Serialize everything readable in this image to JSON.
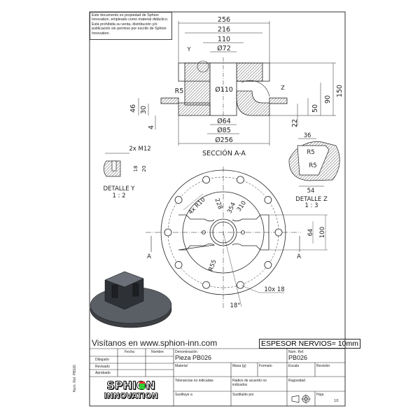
{
  "notice": "Este documento es propiedad de Sphion Innovation, empleado como material didáctico. Está prohibida su venta, distribución y/o publicación sin permiso por escrito de Sphion Innovation.",
  "side_ref": "Num. Ref. PB026",
  "section": {
    "title": "SECCIÓN A-A",
    "dims": {
      "d256": "256",
      "d216": "216",
      "d110": "110",
      "phi72": "Ø72",
      "phi110": "Ø110",
      "phi64": "Ø64",
      "phi85": "Ø85",
      "phi256": "Ø256",
      "r5": "R5",
      "h46": "46",
      "h30": "30",
      "h4": "4",
      "h150": "150",
      "h90": "90",
      "h50": "50",
      "h22": "22",
      "y": "Y",
      "z": "Z"
    }
  },
  "detail_y": {
    "title": "DETALLE Y",
    "scale": "1 : 2",
    "thread": "2x M12",
    "d18": "18",
    "d20": "20"
  },
  "detail_z": {
    "title": "DETALLE Z",
    "scale": "1 : 3",
    "d36": "36",
    "d54": "54",
    "r5a": "R5",
    "r5b": "R5"
  },
  "plan": {
    "r10": "4x R10",
    "d228": "228",
    "d354": "354",
    "d310": "310",
    "r55": "R55",
    "d64": "64",
    "d100": "100",
    "holes": "10x 18",
    "angle": "18°",
    "a_left": "A",
    "a_right": "A"
  },
  "title_block": {
    "website": "Visítanos en www.sphion-inn.com",
    "ribs": "ESPESOR NERVIOS= 10mm",
    "fecha": "Fecha",
    "nombre": "Nombre",
    "dibujado": "Dibujado",
    "revisado": "Revisado",
    "aprobado": "Aprobado",
    "denominacion": "Denominación",
    "part_name": "Pieza PB026",
    "num_ref": "Num. Ref.",
    "ref_value": "PB026",
    "material": "Material",
    "masa": "Masa (g)",
    "formato": "Formato",
    "escala": "Escala",
    "revision": "Revisión",
    "tolerancias": "Tolerancias no indicadas",
    "radios": "Radios de acuerdo no indicados",
    "rugosidad": "Rugosidad",
    "sustituye": "Sustituye a",
    "sustituido": "Sustituido por",
    "hoja": "Hoja",
    "hoja_value": "1/1",
    "logo_top": "SPHION",
    "logo_bottom": "INNOVATION"
  }
}
